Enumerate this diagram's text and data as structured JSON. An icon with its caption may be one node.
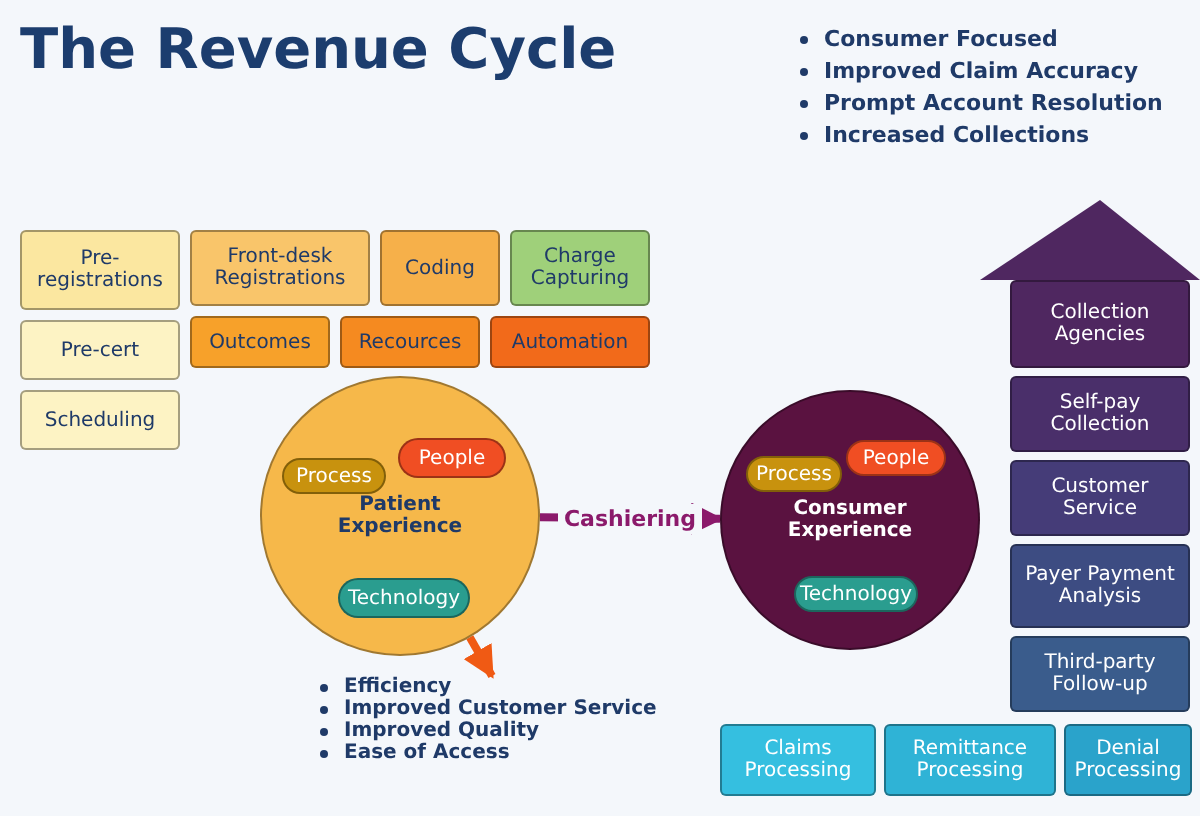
{
  "diagram": {
    "title": "The Revenue Cycle",
    "nodes": [
      {
        "text": [
          "Scheduling"
        ]
      },
      {
        "text": [
          "Pre-cert"
        ]
      },
      {
        "text": [
          "Pre-registrations"
        ]
      },
      {
        "text": [
          "Front-desk Registrations"
        ]
      },
      {
        "text": [
          "Coding"
        ]
      },
      {
        "text": [
          "Charge Capturing"
        ]
      },
      {
        "text": [
          "Outcomes"
        ]
      },
      {
        "text": [
          "Recources"
        ]
      },
      {
        "text": [
          "Automation"
        ]
      },
      {
        "text": [
          "Patient Experience"
        ]
      },
      {
        "text": [
          "People"
        ],
        "in": 9
      },
      {
        "text": [
          "Process"
        ],
        "in": 9
      },
      {
        "text": [
          "Technology"
        ],
        "in": 9
      },
      {
        "text": [
          "Consumer Experience"
        ]
      },
      {
        "text": [
          "People"
        ],
        "in": 13
      },
      {
        "text": [
          "Process"
        ],
        "in": 13
      },
      {
        "text": [
          "Technology"
        ],
        "in": 13
      },
      {
        "text": [
          "Claims Processing"
        ]
      },
      {
        "text": [
          "Remittance Processing"
        ]
      },
      {
        "text": [
          "Denial Processing"
        ]
      },
      {
        "text": [
          "Third-party Follow-up"
        ]
      },
      {
        "text": [
          "Payer Payment Analysis"
        ]
      },
      {
        "text": [
          "Customer Service"
        ]
      },
      {
        "text": [
          "Self-pay Collection"
        ]
      },
      {
        "text": [
          "Collection Agencies"
        ]
      },
      {
        "text": [
          "Efficiency",
          "Improved Customer Service",
          "Improved Quality",
          "Ease of Access"
        ]
      }
    ],
    "edges": [
      {
        "from": 9,
        "to": 13,
        "arrow": "to",
        "label": "Cashiering",
        "color": "#8b1a6b"
      },
      {
        "from": 9,
        "to": 25,
        "arrow": "to",
        "color": "#f05a14"
      }
    ],
    "labels": [
      "Consumer Focused",
      "Improved Claim Accuracy",
      "Prompt Account Resolution",
      "Increased Collections"
    ]
  }
}
